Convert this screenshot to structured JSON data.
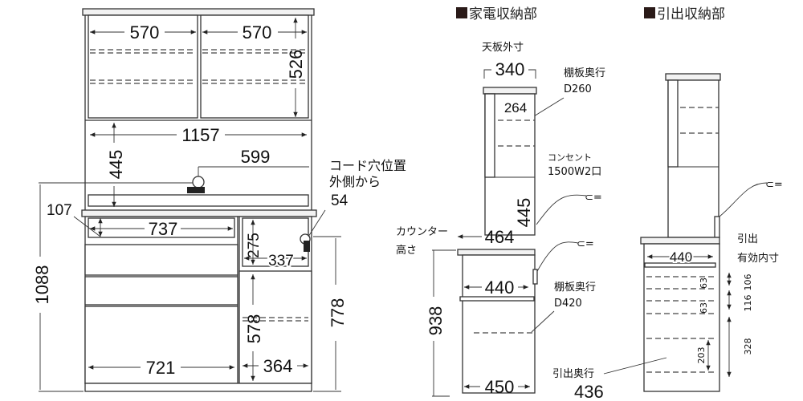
{
  "front_view": {
    "upper_left_width": "570",
    "upper_right_width": "570",
    "upper_height": "526",
    "inner_width": "1157",
    "middle_height": "445",
    "cord_hole_position": "599",
    "cord_note_line1": "コード穴位置",
    "cord_note_line2": "外側から",
    "cord_note_value": "54",
    "niche_offset": "107",
    "niche_width": "737",
    "right_niche_height": "275",
    "right_niche_width": "337",
    "total_height": "1088",
    "right_height": "778",
    "right_cabinet_height": "578",
    "drawer_width": "721",
    "right_cabinet_width": "364"
  },
  "appliance_section": {
    "title": "家電収納部",
    "top_label": "天板外寸",
    "top_width": "340",
    "shelf_label": "棚板奥行",
    "shelf_depth": "D260",
    "upper_inner_depth": "264",
    "outlet_label": "コンセント",
    "outlet_spec": "1500W2口",
    "middle_height": "445",
    "counter_label_line1": "カウンター",
    "counter_label_line2": "高さ",
    "counter_depth": "464",
    "lower_inner_depth": "440",
    "lower_shelf_label": "棚板奥行",
    "lower_shelf_depth": "D420",
    "counter_height": "938",
    "base_depth": "450"
  },
  "drawer_section": {
    "title": "引出収納部",
    "inner_depth": "440",
    "effective_label_line1": "引出",
    "effective_label_line2": "有効内寸",
    "drawer1_inner": "63",
    "drawer2_inner": "63",
    "drawer3_inner": "203",
    "drawer1_outer": "106",
    "drawer2_outer": "116",
    "drawer3_outer": "328",
    "drawer_depth_label": "引出奥行",
    "drawer_depth": "436"
  }
}
